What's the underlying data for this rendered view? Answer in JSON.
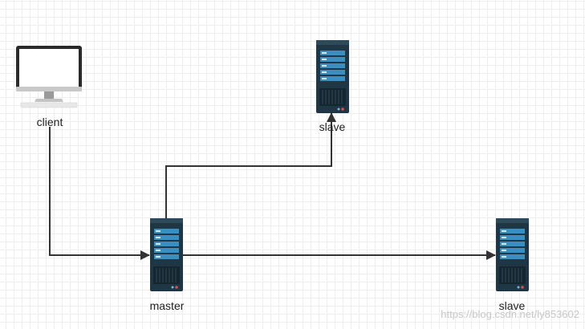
{
  "nodes": {
    "client": {
      "label": "client",
      "icon": "desktop-monitor-icon"
    },
    "master": {
      "label": "master",
      "icon": "server-icon"
    },
    "slave_top": {
      "label": "slave",
      "icon": "server-icon"
    },
    "slave_right": {
      "label": "slave",
      "icon": "server-icon"
    }
  },
  "edges": [
    {
      "from": "client",
      "to": "master"
    },
    {
      "from": "master",
      "to": "slave_top"
    },
    {
      "from": "master",
      "to": "slave_right"
    }
  ],
  "colors": {
    "connector": "#333333",
    "server_body": "#1f3644",
    "server_slot": "#3a8fc2",
    "server_led": "#e24b4b",
    "monitor_frame": "#2b2b2b"
  },
  "watermark": "https://blog.csdn.net/ly853602"
}
